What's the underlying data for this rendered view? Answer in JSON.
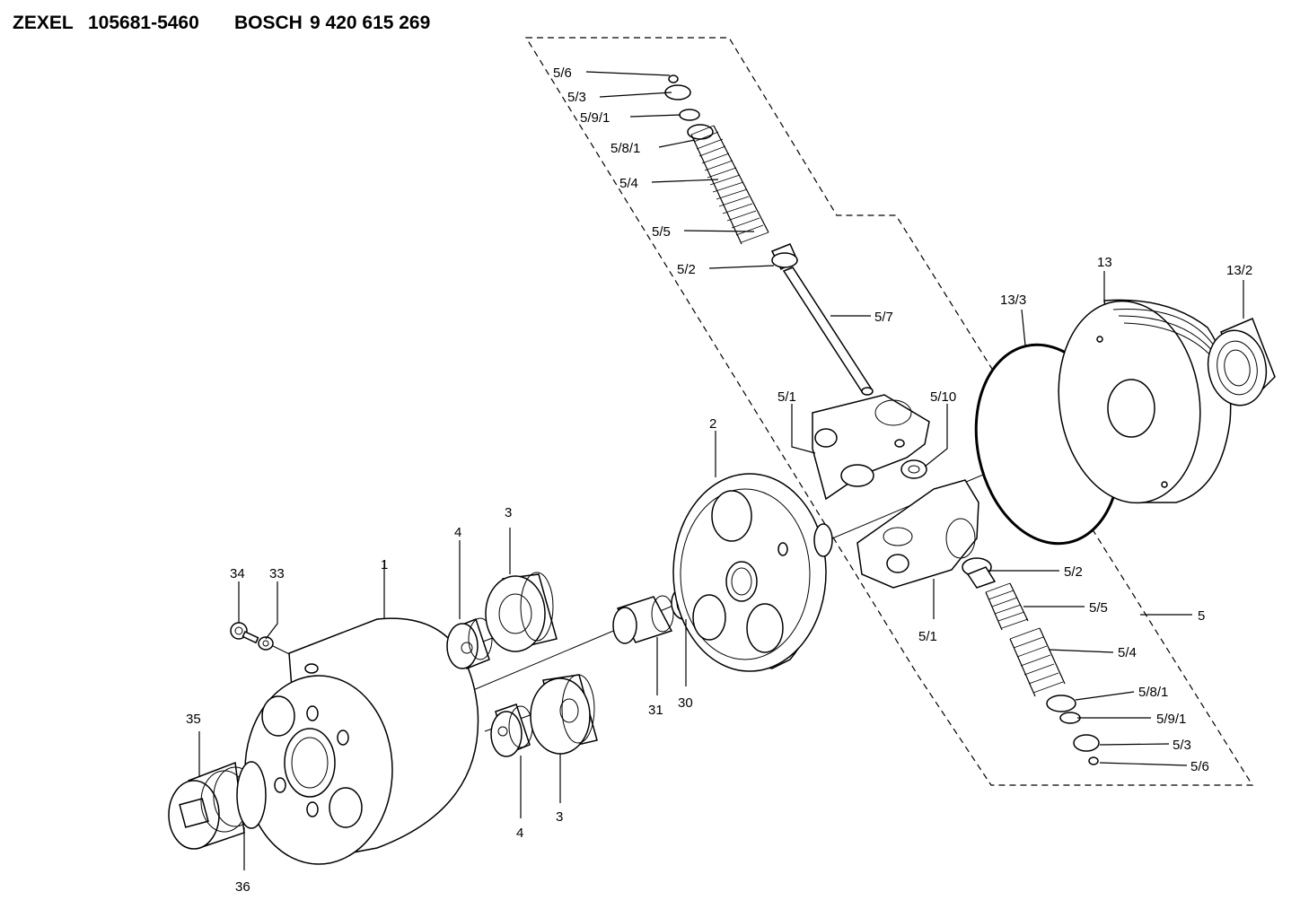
{
  "header": {
    "brand1": "ZEXEL",
    "number1": "105681-5460",
    "brand2": "BOSCH",
    "number2": "9 420 615 269"
  },
  "labels": {
    "p5_6_top": "5/6",
    "p5_3_top": "5/3",
    "p5_9_1_top": "5/9/1",
    "p5_8_1_top": "5/8/1",
    "p5_4_top": "5/4",
    "p5_5_top": "5/5",
    "p5_2_top": "5/2",
    "p5_7": "5/7",
    "p5_1_top": "5/1",
    "p5_10": "5/10",
    "p13_3": "13/3",
    "p13": "13",
    "p13_2": "13/2",
    "p2": "2",
    "p4_top": "4",
    "p3_top": "3",
    "p34": "34",
    "p33": "33",
    "p1": "1",
    "p5_2_bot": "5/2",
    "p5_5_bot": "5/5",
    "p5": "5",
    "p5_1_bot": "5/1",
    "p5_4_bot": "5/4",
    "p5_8_1_bot": "5/8/1",
    "p5_9_1_bot": "5/9/1",
    "p5_3_bot": "5/3",
    "p5_6_bot": "5/6",
    "p31": "31",
    "p30": "30",
    "p35": "35",
    "p4_bot": "4",
    "p3_bot": "3",
    "p36": "36"
  }
}
